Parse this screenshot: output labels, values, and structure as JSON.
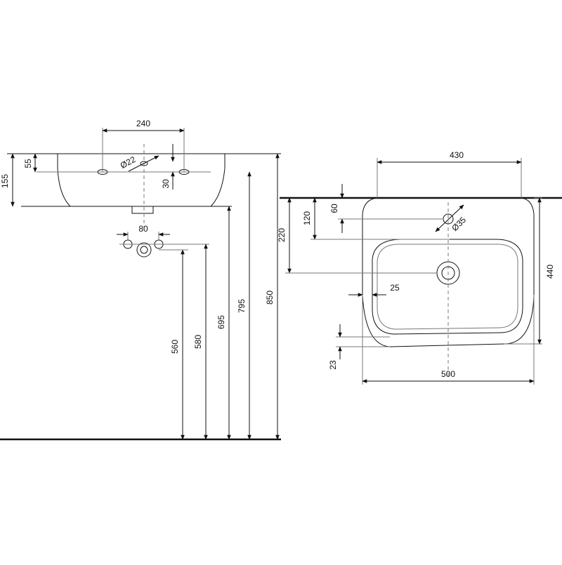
{
  "side_view": {
    "dim_240": "240",
    "dim_55": "55",
    "dim_155": "155",
    "dim_d22": "Ø22",
    "dim_30": "30",
    "dim_80": "80",
    "dim_560": "560",
    "dim_580": "580",
    "dim_695": "695",
    "dim_795": "795",
    "dim_850": "850"
  },
  "top_view": {
    "dim_430": "430",
    "dim_60": "60",
    "dim_120": "120",
    "dim_220": "220",
    "dim_d35": "Ø35",
    "dim_25": "25",
    "dim_440": "440",
    "dim_23": "23",
    "dim_500": "500"
  }
}
